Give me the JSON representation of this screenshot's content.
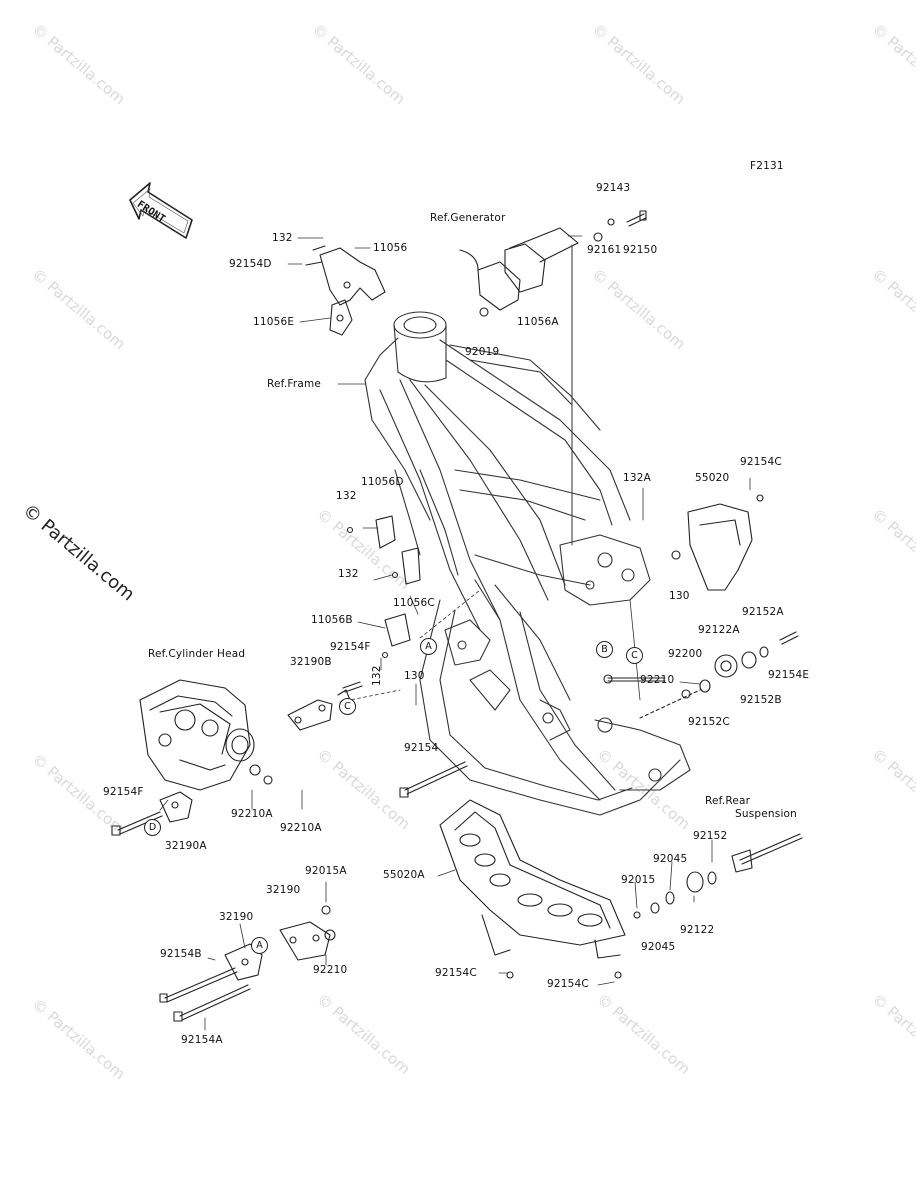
{
  "figure_code": "F2131",
  "front_label": "FRONT",
  "watermark_text": "© Partzilla.com",
  "refs": {
    "generator": "Ref.Generator",
    "frame": "Ref.Frame",
    "cylinder_head": "Ref.Cylinder Head",
    "rear_suspension_line1": "Ref.Rear",
    "rear_suspension_line2": "Suspension"
  },
  "callouts": {
    "A": "A",
    "B": "B",
    "C": "C",
    "D": "D"
  },
  "part_labels": [
    {
      "id": "l1",
      "text": "132"
    },
    {
      "id": "l2",
      "text": "11056"
    },
    {
      "id": "l3",
      "text": "92154D"
    },
    {
      "id": "l4",
      "text": "11056E"
    },
    {
      "id": "l5",
      "text": "92143"
    },
    {
      "id": "l6",
      "text": "92150"
    },
    {
      "id": "l7",
      "text": "92161"
    },
    {
      "id": "l8",
      "text": "11056A"
    },
    {
      "id": "l9",
      "text": "92019"
    },
    {
      "id": "l10",
      "text": "132A"
    },
    {
      "id": "l11",
      "text": "55020"
    },
    {
      "id": "l12",
      "text": "92154C"
    },
    {
      "id": "l13",
      "text": "11056D"
    },
    {
      "id": "l14",
      "text": "132"
    },
    {
      "id": "l15",
      "text": "132"
    },
    {
      "id": "l16",
      "text": "11056C"
    },
    {
      "id": "l17",
      "text": "130"
    },
    {
      "id": "l18",
      "text": "11056B"
    },
    {
      "id": "l19",
      "text": "92154F"
    },
    {
      "id": "l20",
      "text": "32190B"
    },
    {
      "id": "l21",
      "text": "132"
    },
    {
      "id": "l22",
      "text": "130"
    },
    {
      "id": "l23",
      "text": "92152A"
    },
    {
      "id": "l24",
      "text": "92122A"
    },
    {
      "id": "l25",
      "text": "92200"
    },
    {
      "id": "l26",
      "text": "92154E"
    },
    {
      "id": "l27",
      "text": "92210"
    },
    {
      "id": "l28",
      "text": "92152B"
    },
    {
      "id": "l29",
      "text": "92152C"
    },
    {
      "id": "l30",
      "text": "92154"
    },
    {
      "id": "l31",
      "text": "92154F"
    },
    {
      "id": "l32",
      "text": "92210A"
    },
    {
      "id": "l33",
      "text": "92210A"
    },
    {
      "id": "l34",
      "text": "32190A"
    },
    {
      "id": "l35",
      "text": "92152"
    },
    {
      "id": "l36",
      "text": "92045"
    },
    {
      "id": "l37",
      "text": "92015"
    },
    {
      "id": "l38",
      "text": "92122"
    },
    {
      "id": "l39",
      "text": "92045"
    },
    {
      "id": "l40",
      "text": "55020A"
    },
    {
      "id": "l41",
      "text": "92015A"
    },
    {
      "id": "l42",
      "text": "32190"
    },
    {
      "id": "l43",
      "text": "32190"
    },
    {
      "id": "l44",
      "text": "92210"
    },
    {
      "id": "l45",
      "text": "92154B"
    },
    {
      "id": "l46",
      "text": "92154A"
    },
    {
      "id": "l47",
      "text": "92154C"
    },
    {
      "id": "l48",
      "text": "92154C"
    }
  ]
}
